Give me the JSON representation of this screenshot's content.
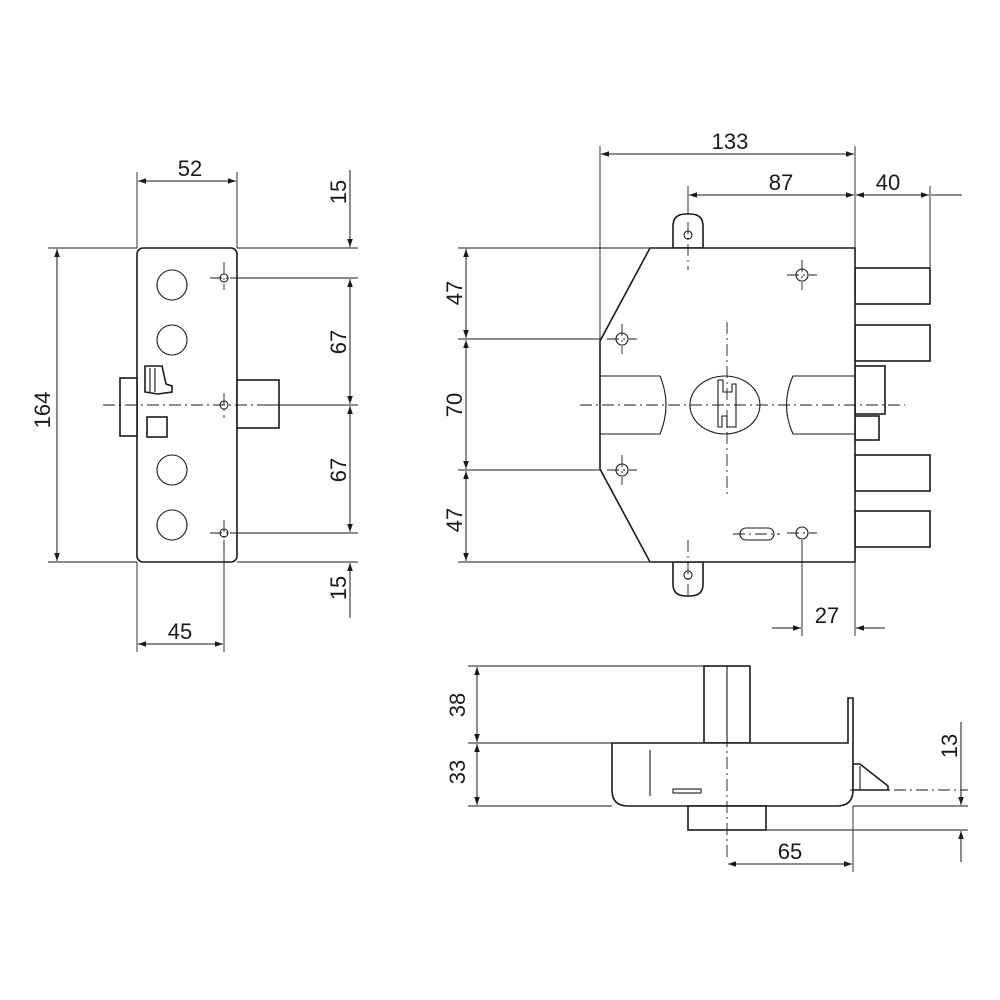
{
  "dimensions": {
    "front_width": "52",
    "front_height": "164",
    "front_bottom_offset": "45",
    "front_top_margin": "15",
    "front_upper_pitch": "67",
    "front_lower_pitch": "67",
    "front_bottom_margin": "15",
    "side_width": "133",
    "side_body_to_bolt": "87",
    "side_bolt_throw": "40",
    "side_upper": "47",
    "side_middle": "70",
    "side_lower": "47",
    "side_hole_offset": "27",
    "top_cylinder_projection": "38",
    "top_case_depth": "33",
    "top_bolt_offset": "65",
    "top_latch": "13"
  },
  "colors": {
    "line": "#1a1a1a",
    "background": "#ffffff"
  }
}
